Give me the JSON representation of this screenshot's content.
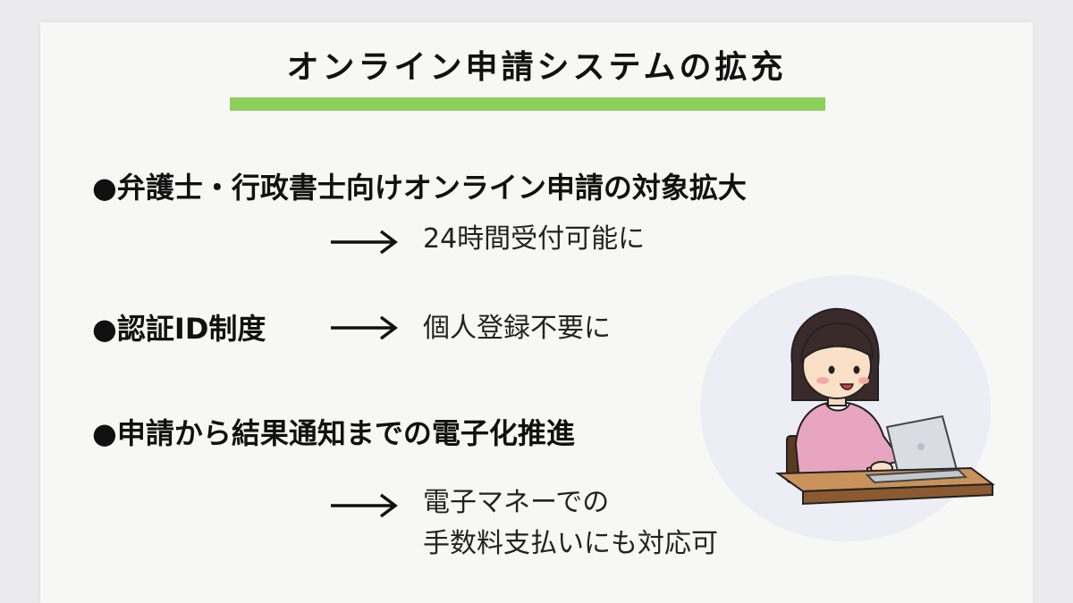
{
  "slide": {
    "title": "オンライン申請システムの拡充",
    "accent_color": "#8ccf5a",
    "items": [
      {
        "bullet": "●",
        "heading": "弁護士・行政書士向けオンライン申請の対象拡大",
        "result_lines": [
          "24時間受付可能に"
        ]
      },
      {
        "bullet": "●",
        "heading": "認証ID制度",
        "result_lines": [
          "個人登録不要に"
        ]
      },
      {
        "bullet": "●",
        "heading": "申請から結果通知までの電子化推進",
        "result_lines": [
          "電子マネーでの",
          "手数料支払いにも対応可"
        ]
      }
    ],
    "illustration": "woman-using-laptop-illustration",
    "arrow_icon": "right-arrow-icon"
  }
}
